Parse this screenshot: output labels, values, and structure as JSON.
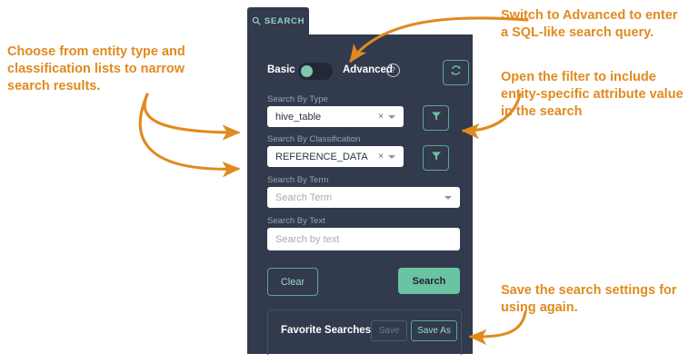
{
  "panel": {
    "tab": {
      "label": "SEARCH",
      "icon": "search-icon"
    },
    "mode_toggle": {
      "left_label": "Basic",
      "right_label": "Advanced",
      "help_glyph": "?",
      "active": "Basic"
    },
    "refresh_button": {
      "icon": "refresh-icon",
      "label": ""
    },
    "fields": [
      {
        "label": "Search By Type",
        "value": "hive_table",
        "clear_glyph": "×",
        "caret": "chevron-down-icon",
        "filter_button": {
          "icon": "filter-icon"
        }
      },
      {
        "label": "Search By Classification",
        "value": "REFERENCE_DATA",
        "clear_glyph": "×",
        "caret": "chevron-down-icon",
        "filter_button": {
          "icon": "filter-icon"
        }
      },
      {
        "label": "Search By Term",
        "placeholder": "Search Term",
        "caret": "chevron-down-icon"
      },
      {
        "label": "Search By Text",
        "placeholder": "Search by text"
      }
    ],
    "actions": {
      "clear_label": "Clear",
      "search_label": "Search"
    },
    "favorites": {
      "title": "Favorite Searches",
      "save_label": "Save",
      "save_as_label": "Save As"
    }
  },
  "annotations": [
    {
      "id": "entity-lists",
      "text": "Choose from entity type and\nclassification lists to narrow\nsearch results."
    },
    {
      "id": "advanced-mode",
      "text": "Switch to Advanced to enter\na SQL-like search query."
    },
    {
      "id": "filter-attributes",
      "text": "Open the filter to include\nentity-specific attribute value\nin the search"
    },
    {
      "id": "save-search",
      "text": "Save the search settings for\nusing again."
    }
  ],
  "colors": {
    "panel_bg": "#323a4d",
    "tab_bg": "#333a4d",
    "accent_green": "#6ac3a3",
    "annotation_orange": "#e08a1e",
    "field_white": "#ffffff"
  }
}
